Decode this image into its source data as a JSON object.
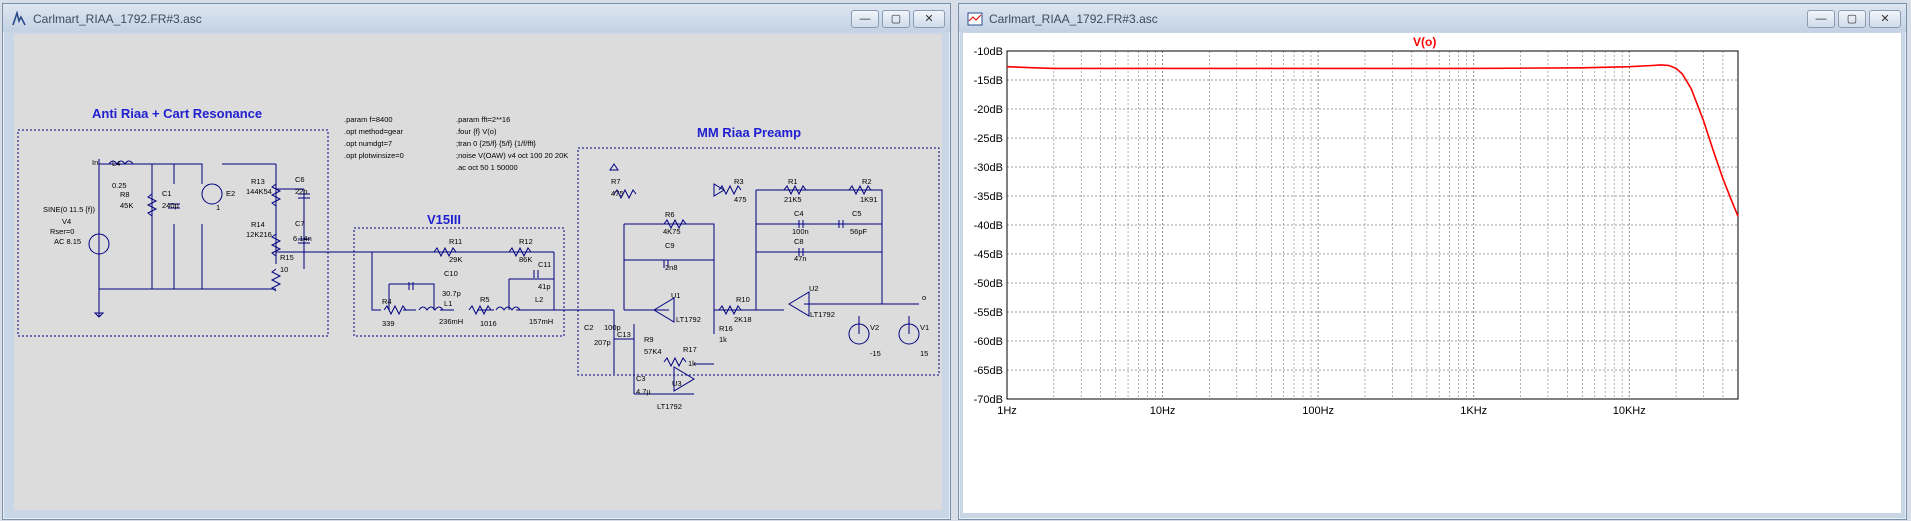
{
  "schematic_window": {
    "title": "Carlmart_RIAA_1792.FR#3.asc",
    "buttons": {
      "minimize": "—",
      "maximize": "▢",
      "close": "✕"
    },
    "sections": {
      "anti_riaa": "Anti Riaa + Cart Resonance",
      "v15": "V15III",
      "mm": "MM Riaa Preamp"
    },
    "directives_left": [
      ".param f=8400",
      ".opt method=gear",
      ".opt numdgt=7",
      ".opt plotwinsize=0"
    ],
    "directives_right": [
      ".param fft=2**16",
      ".four {f} V(o)",
      ";tran 0 {25/f} {5/f} {1/f/fft}",
      ";noise V(OAW) v4 oct 100 20 20K",
      ".ac oct 50 1 50000"
    ],
    "labels": {
      "in": "In",
      "l4": "L4",
      "l4v": "0.25",
      "r8": "R8",
      "r8v": "45K",
      "c1": "C1",
      "c1v": "240p",
      "e2": "E2",
      "e2v": "1",
      "r13": "R13",
      "r13v": "144K54",
      "c6": "C6",
      "c6v": "22n",
      "r14": "R14",
      "r14v": "12K216",
      "c7": "C7",
      "c7v": "6.14n",
      "r15": "R15",
      "r15v": "10",
      "v4src": "SINE(0 11.5 {f})",
      "v4": "V4",
      "rser": "Rser=0",
      "ac": "AC 8.15",
      "r11": "R11",
      "r11v": "29K",
      "r12": "R12",
      "r12v": "86K",
      "c10": "C10",
      "c10v": "30.7p",
      "c11": "C11",
      "c11v": "41p",
      "r4": "R4",
      "r4v": "339",
      "l1": "L1",
      "l1v": "236mH",
      "r5": "R5",
      "r5v": "1016",
      "l2": "L2",
      "l2v": "157mH",
      "r7": "R7",
      "r7v": "475",
      "r6": "R6",
      "r6v": "4K75",
      "c9": "C9",
      "c9v": "2n8",
      "u1": "U1",
      "u1v": "LT1792",
      "c2": "C2",
      "c2v": "207p",
      "c2c": "100p",
      "c13": "C13",
      "r9": "R9",
      "r9v": "57K4",
      "c3": "C3",
      "c3v": "4.7µ",
      "r17": "R17",
      "r17v": "1k",
      "u3": "U3",
      "u3v": "LT1792",
      "r16": "R16",
      "r16v": "1k",
      "r10": "R10",
      "r10v": "2K18",
      "r3": "R3",
      "r3v": "475",
      "r1": "R1",
      "r1v": "21K5",
      "r2": "R2",
      "r2v": "1K91",
      "c4": "C4",
      "c4v": "100n",
      "c5": "C5",
      "c5v": "56pF",
      "c8": "C8",
      "c8v": "47n",
      "u2": "U2",
      "u2v": "LT1792",
      "v2": "V2",
      "v2v": "-15",
      "v1": "V1",
      "v1v": "15",
      "o": "o"
    }
  },
  "plot_window": {
    "title": "Carlmart_RIAA_1792.FR#3.asc",
    "buttons": {
      "minimize": "—",
      "maximize": "▢",
      "close": "✕"
    },
    "trace_color": "#ff0000",
    "chart_data": {
      "type": "line",
      "title": "V(o)",
      "xscale": "log",
      "xlim": [
        1,
        50000
      ],
      "ylim": [
        -70,
        -10
      ],
      "x_tick_labels": [
        "1Hz",
        "10Hz",
        "100Hz",
        "1KHz",
        "10KHz"
      ],
      "y_tick_labels": [
        "-10dB",
        "-15dB",
        "-20dB",
        "-25dB",
        "-30dB",
        "-35dB",
        "-40dB",
        "-45dB",
        "-50dB",
        "-55dB",
        "-60dB",
        "-65dB",
        "-70dB"
      ],
      "grid": true,
      "series": [
        {
          "name": "V(o)",
          "x": [
            1,
            1.5,
            2,
            3,
            10,
            100,
            1000,
            5000,
            10000,
            14000,
            16000,
            18000,
            20000,
            22000,
            25000,
            30000,
            35000,
            40000,
            45000,
            50000
          ],
          "y": [
            -12.7,
            -12.9,
            -13.0,
            -13.0,
            -13.0,
            -13.0,
            -13.0,
            -12.9,
            -12.7,
            -12.5,
            -12.4,
            -12.5,
            -13.0,
            -14.0,
            -16.5,
            -22.0,
            -27.5,
            -32.0,
            -35.5,
            -38.5
          ]
        }
      ]
    }
  }
}
